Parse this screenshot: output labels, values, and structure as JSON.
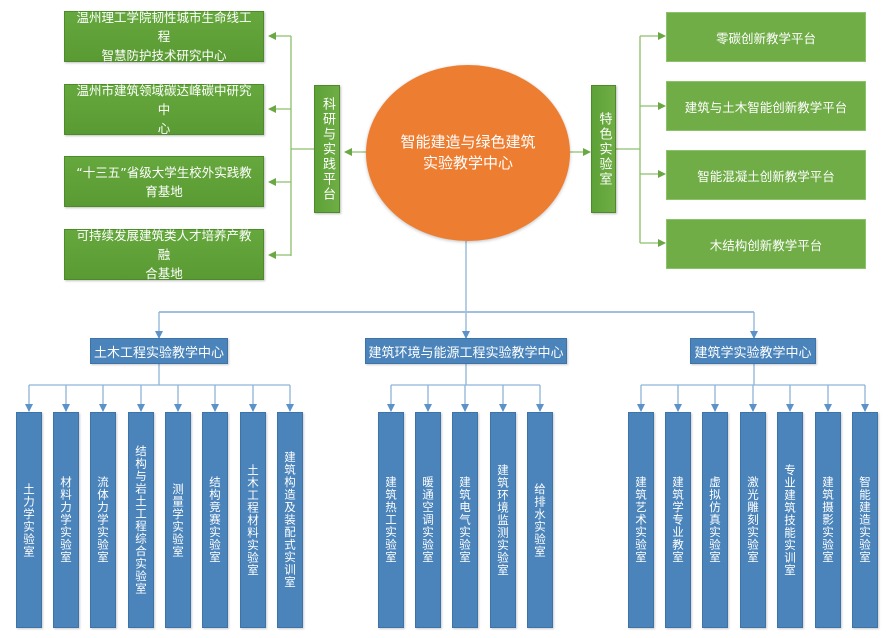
{
  "colors": {
    "green_left": "#5a9a33",
    "green_right": "#70ad47",
    "hub_orange": "#ed7d31",
    "blue": "#4a84bb",
    "green_connector": "#8cc06a",
    "blue_connector": "#8db4d9"
  },
  "hub": {
    "title_line1": "智能建造与绿色建筑",
    "title_line2": "实验教学中心"
  },
  "research_platform": {
    "label": "科研与实践平台",
    "items": [
      {
        "line1": "温州理工学院韧性城市生命线工程",
        "line2": "智慧防护技术研究中心"
      },
      {
        "line1": "温州市建筑领域碳达峰碳中研究中",
        "line2": "心"
      },
      {
        "line1": "“十三五”省级大学生校外实践教",
        "line2": "育基地"
      },
      {
        "line1": "可持续发展建筑类人才培养产教融",
        "line2": "合基地"
      }
    ]
  },
  "featured_labs": {
    "label": "特色实验室",
    "items": [
      {
        "label": "零碳创新教学平台"
      },
      {
        "label": "建筑与土木智能创新教学平台"
      },
      {
        "label": "智能混凝土创新教学平台"
      },
      {
        "label": "木结构创新教学平台"
      }
    ]
  },
  "centers": [
    {
      "label": "土木工程实验教学中心",
      "labs": [
        "土力学实验室",
        "材料力学实验室",
        "流体力学实验室",
        "结构与岩土工程综合实验室",
        "测量学实验室",
        "结构竞赛实验室",
        "土木工程材料实验室",
        "建筑构造及装配式实训室"
      ]
    },
    {
      "label": "建筑环境与能源工程实验教学中心",
      "labs": [
        "建筑热工实验室",
        "暖通空调实验室",
        "建筑电气实验室",
        "建筑环境监测实验室",
        "给排水实验室"
      ]
    },
    {
      "label": "建筑学实验教学中心",
      "labs": [
        "建筑艺术实验室",
        "建筑学专业教室",
        "虚拟仿真实验室",
        "激光雕刻实验室",
        "专业建筑技能实训室",
        "建筑摄影实验室",
        "智能建造实验室"
      ]
    }
  ]
}
